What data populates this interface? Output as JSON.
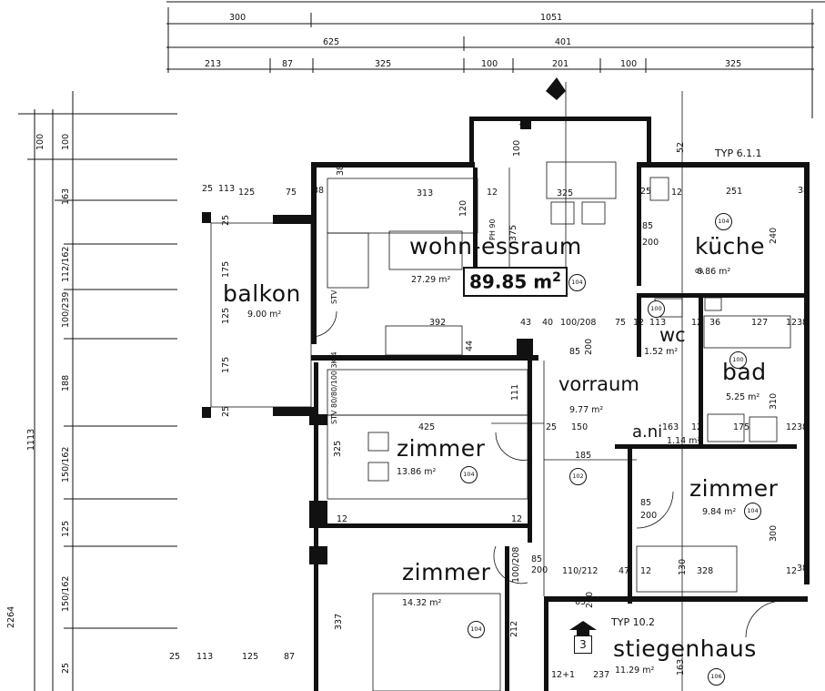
{
  "dims": {
    "top_row1": [
      "300",
      "1051"
    ],
    "top_row2": [
      "625",
      "401"
    ],
    "top_row3": [
      "213",
      "87",
      "325",
      "100",
      "201",
      "100",
      "325"
    ],
    "left_outer": "2264",
    "left_mid": "1113",
    "left_inner": [
      "100",
      "100",
      "163",
      "112/162",
      "100/239",
      "188",
      "150/162",
      "125",
      "150/162",
      "25"
    ],
    "balcony_top": [
      "25",
      "113",
      "125",
      "75",
      "38"
    ],
    "balcony_side": [
      "175",
      "125",
      "175",
      "25",
      "25"
    ],
    "bottom_row": [
      "25",
      "113",
      "125",
      "87"
    ],
    "misc": [
      "313",
      "325",
      "251",
      "38",
      "38",
      "12",
      "12",
      "25",
      "120",
      "375",
      "43",
      "40",
      "100/208",
      "75",
      "12",
      "113",
      "12",
      "36",
      "127",
      "12",
      "38",
      "392",
      "44",
      "111",
      "85",
      "200",
      "425",
      "25",
      "150",
      "163",
      "12",
      "175",
      "12",
      "38",
      "38",
      "185",
      "85",
      "200",
      "325",
      "12",
      "12",
      "85",
      "200",
      "110/212",
      "47",
      "12",
      "130",
      "328",
      "12",
      "38",
      "337",
      "212",
      "237",
      "12+1",
      "163",
      "100/208",
      "65",
      "200",
      "85",
      "200",
      "240",
      "310",
      "300",
      "100",
      "52",
      "38"
    ]
  },
  "type_labels": [
    "TYP 6.1.1",
    "TYP 10.2"
  ],
  "rooms": [
    {
      "name": "wohn-essraum",
      "area": "27.29 m²",
      "code": "104"
    },
    {
      "name": "küche",
      "area": "6.86 m²",
      "code": "104"
    },
    {
      "name": "balkon",
      "area": "9.00 m²"
    },
    {
      "name": "wc",
      "area": "1.52 m²",
      "code": "100"
    },
    {
      "name": "bad",
      "area": "5.25 m²",
      "code": "100"
    },
    {
      "name": "vorraum",
      "area": "9.77 m²",
      "code": "102"
    },
    {
      "name": "a.ni",
      "area": "1.14 m²"
    },
    {
      "name": "zimmer",
      "area": "13.86 m²",
      "code": "104"
    },
    {
      "name": "zimmer",
      "area": "9.84 m²",
      "code": "104"
    },
    {
      "name": "zimmer",
      "area": "14.32 m²",
      "code": "104"
    },
    {
      "name": "stiegenhaus",
      "area": "11.29 m²",
      "code": "106"
    }
  ],
  "total_area": "89.85 m",
  "total_area_sup": "2",
  "stair_number": "3",
  "small_notes": [
    "PH 90",
    "STV",
    "STV 80/80/100 3K/4",
    "C6"
  ]
}
